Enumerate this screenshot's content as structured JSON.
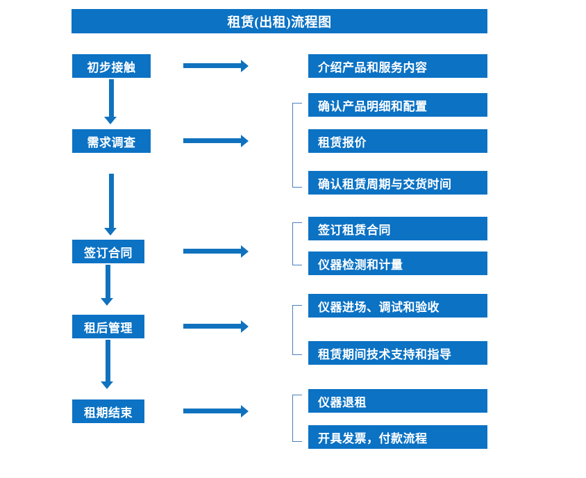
{
  "diagram": {
    "title": "租赁(出租)流程图",
    "accent_color": "#0B72C4",
    "arrow_color": "#1072BE",
    "bracket_color": "#4A7EBB",
    "background_color": "#FFFFFF"
  },
  "stages": [
    {
      "id": "stage-1",
      "label": "初步接触"
    },
    {
      "id": "stage-2",
      "label": "需求调查"
    },
    {
      "id": "stage-3",
      "label": "签订合同"
    },
    {
      "id": "stage-4",
      "label": "租后管理"
    },
    {
      "id": "stage-5",
      "label": "租期结束"
    }
  ],
  "details": [
    {
      "id": "detail-1-1",
      "label": "介绍产品和服务内容"
    },
    {
      "id": "detail-2-1",
      "label": "确认产品明细和配置"
    },
    {
      "id": "detail-2-2",
      "label": "租赁报价"
    },
    {
      "id": "detail-2-3",
      "label": "确认租赁周期与交货时间"
    },
    {
      "id": "detail-3-1",
      "label": "签订租赁合同"
    },
    {
      "id": "detail-3-2",
      "label": "仪器检测和计量"
    },
    {
      "id": "detail-4-1",
      "label": "仪器进场、调试和验收"
    },
    {
      "id": "detail-4-2",
      "label": "租赁期间技术支持和指导"
    },
    {
      "id": "detail-5-1",
      "label": "仪器退租"
    },
    {
      "id": "detail-5-2",
      "label": "开具发票，付款流程"
    }
  ]
}
